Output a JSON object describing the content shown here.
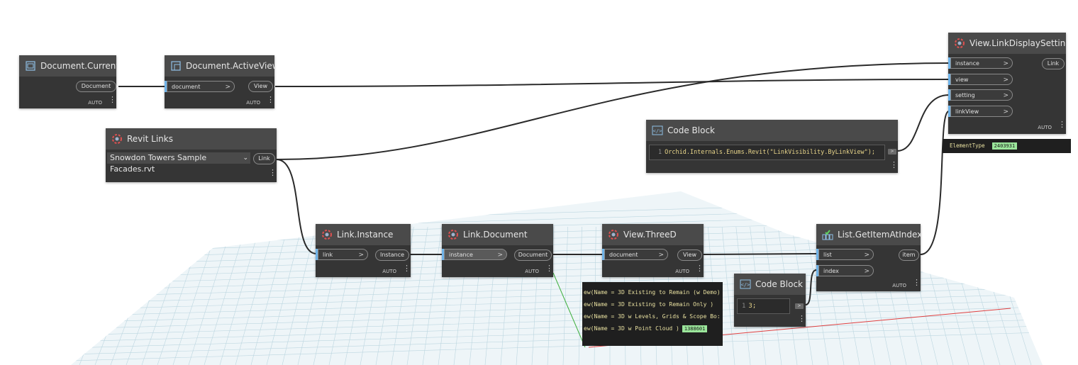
{
  "nodes": {
    "document_current": {
      "title": "Document.Current",
      "output": "Document",
      "mode": "AUTO"
    },
    "document_activeview": {
      "title": "Document.ActiveView",
      "input": "document",
      "output": "View",
      "mode": "AUTO"
    },
    "revit_links": {
      "title": "Revit Links",
      "selected": "Snowdon Towers Sample Facades.rvt",
      "output": "Link"
    },
    "link_instance": {
      "title": "Link.Instance",
      "input": "link",
      "output": "Instance",
      "mode": "AUTO"
    },
    "link_document": {
      "title": "Link.Document",
      "input": "instance",
      "output": "Document",
      "mode": "AUTO"
    },
    "view_threed": {
      "title": "View.ThreeD",
      "input": "document",
      "output": "View",
      "mode": "AUTO"
    },
    "code_block_small": {
      "title": "Code Block",
      "line_number": "1",
      "code": "3;",
      "out": ">"
    },
    "list_getitem": {
      "title": "List.GetItemAtIndex",
      "input_list": "list",
      "input_index": "index",
      "output": "item",
      "mode": "AUTO"
    },
    "code_block_main": {
      "title": "Code Block",
      "line_number": "1",
      "code": "Orchid.Internals.Enums.Revit(\"LinkVisibility.ByLinkView\");",
      "out": ">"
    },
    "view_linkdisplay": {
      "title": "View.LinkDisplaySetting",
      "inputs": [
        "instance",
        "view",
        "setting",
        "linkView"
      ],
      "output": "Link",
      "mode": "AUTO"
    }
  },
  "previews": {
    "view_threed": {
      "rows": [
        "ew(Name = 3D Existing to Remain (w Demo)",
        "ew(Name = 3D Existing to Remain Only )",
        "ew(Name = 3D w Levels, Grids & Scope Bo:",
        "ew(Name = 3D w Point Cloud )"
      ],
      "badge": "1388601"
    },
    "linkdisplay": {
      "label": "ElementType",
      "badge": "2403931"
    }
  },
  "colors": {
    "node_body": "#353535",
    "node_header": "#4a4a4a",
    "port_accent": "#6fb3e8",
    "wire": "#2a2a2a",
    "grid": "#bcd6e0",
    "preview_badge": "#9be69b"
  },
  "icons": {
    "document_current": "document-icon",
    "document_activeview": "view-icon",
    "revit": "revit-gear-icon",
    "list": "list-check-icon",
    "code": "code-block-icon"
  }
}
